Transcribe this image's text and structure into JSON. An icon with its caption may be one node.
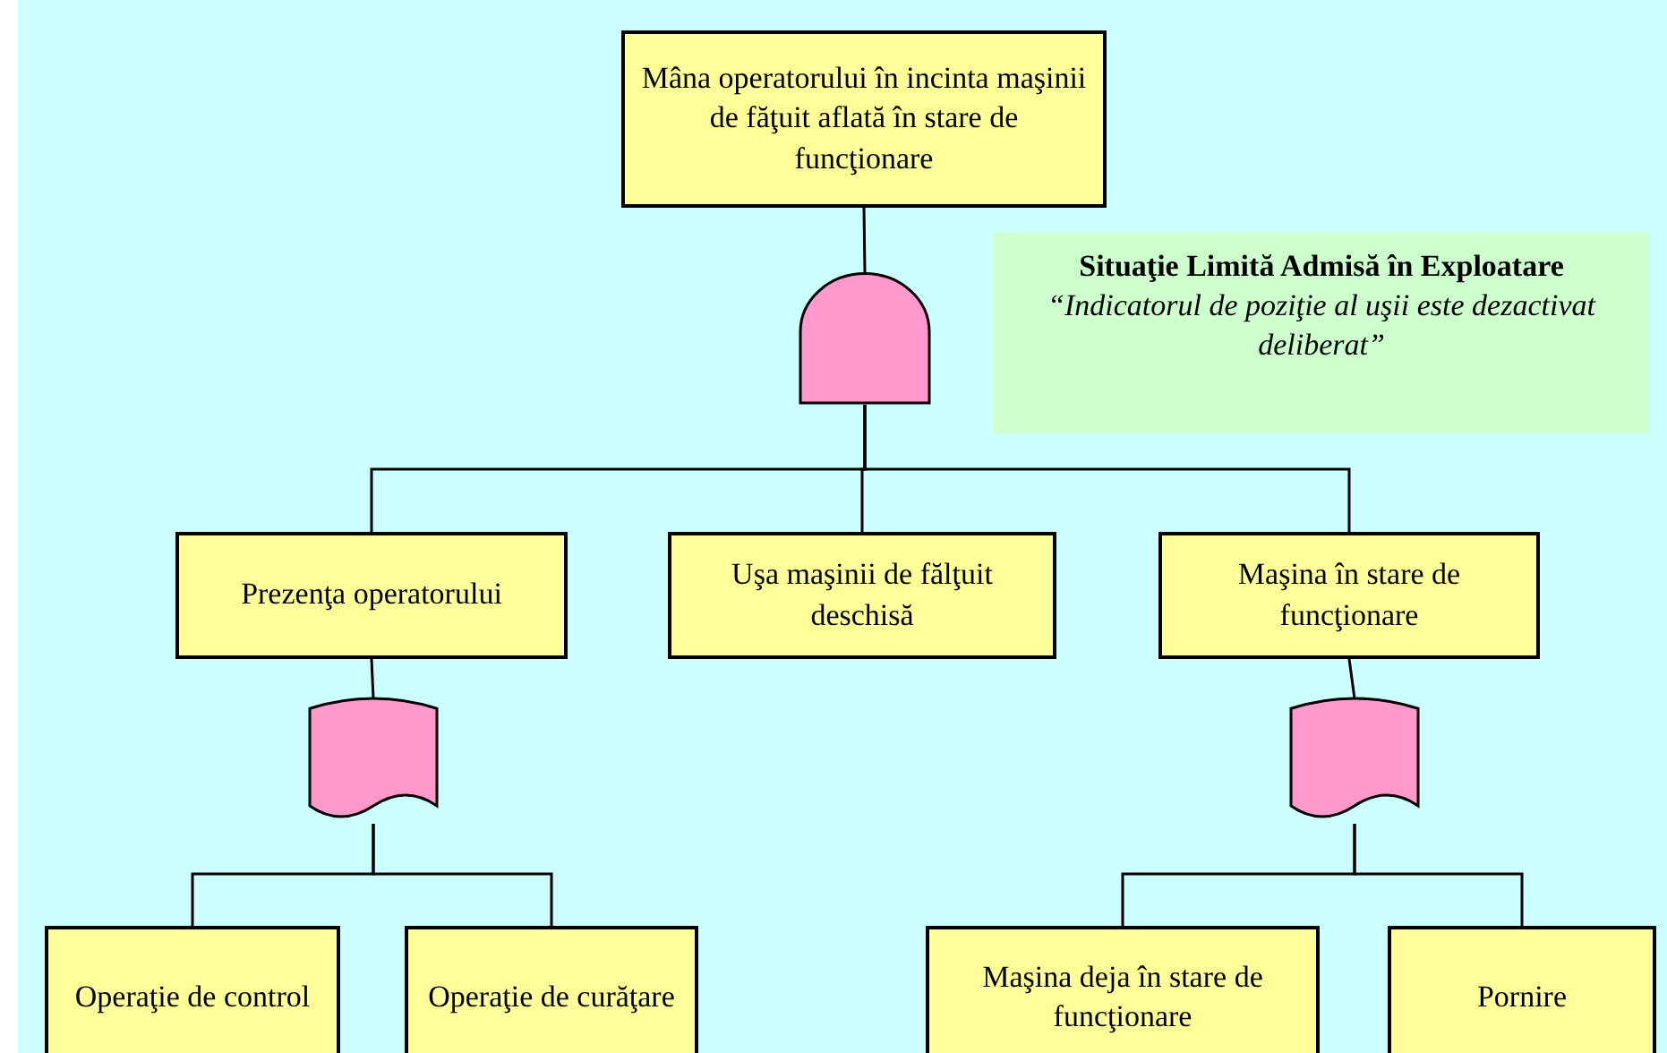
{
  "diagram": {
    "nodes": [
      {
        "text": [
          "Mâna operatorului în incinta maşinii de făţuit aflată în stare de funcţionare"
        ]
      },
      {
        "text": [],
        "shape": "and-gate"
      },
      {
        "text": [
          "Prezenţa operatorului"
        ]
      },
      {
        "text": [
          "Uşa maşinii de fălţuit deschisă"
        ]
      },
      {
        "text": [
          "Maşina în stare de funcţionare"
        ]
      },
      {
        "text": [],
        "shape": "or-gate"
      },
      {
        "text": [],
        "shape": "or-gate"
      },
      {
        "text": [
          "Operaţie de control"
        ]
      },
      {
        "text": [
          "Operaţie de curăţare"
        ]
      },
      {
        "text": [
          "Maşina deja în stare de funcţionare"
        ]
      },
      {
        "text": [
          "Pornire"
        ]
      },
      {
        "text": [
          "Situaţie Limită Admisă în Exploatare",
          "“Indicatorul de poziţie al uşii este dezactivat deliberat”"
        ]
      }
    ],
    "edges": [
      {
        "from": 1,
        "to": 0,
        "arrow": "none"
      },
      {
        "from": 2,
        "to": 1,
        "arrow": "none"
      },
      {
        "from": 3,
        "to": 1,
        "arrow": "none"
      },
      {
        "from": 4,
        "to": 1,
        "arrow": "none"
      },
      {
        "from": 5,
        "to": 2,
        "arrow": "none"
      },
      {
        "from": 7,
        "to": 5,
        "arrow": "none"
      },
      {
        "from": 8,
        "to": 5,
        "arrow": "none"
      },
      {
        "from": 6,
        "to": 4,
        "arrow": "none"
      },
      {
        "from": 9,
        "to": 6,
        "arrow": "none"
      },
      {
        "from": 10,
        "to": 6,
        "arrow": "none"
      }
    ]
  }
}
